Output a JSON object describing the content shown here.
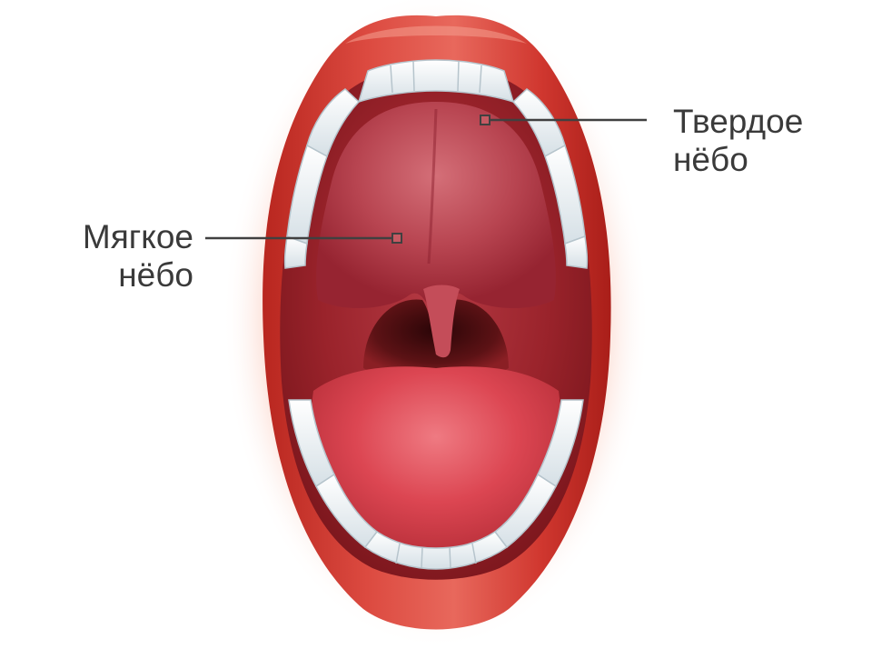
{
  "diagram": {
    "labels": {
      "hard_palate": {
        "line1": "Твердое",
        "line2": "нёбо"
      },
      "soft_palate": {
        "line1": "Мягкое",
        "line2": "нёбо"
      }
    },
    "colors": {
      "lip": "#c9302c",
      "lip_glow": "#f39a7e",
      "mouth_interior": "#9e2026",
      "palate": "#c65a63",
      "throat": "#3d0a0c",
      "tongue": "#e0505b",
      "teeth": "#f2f6f8",
      "leader_line": "#404040"
    }
  }
}
